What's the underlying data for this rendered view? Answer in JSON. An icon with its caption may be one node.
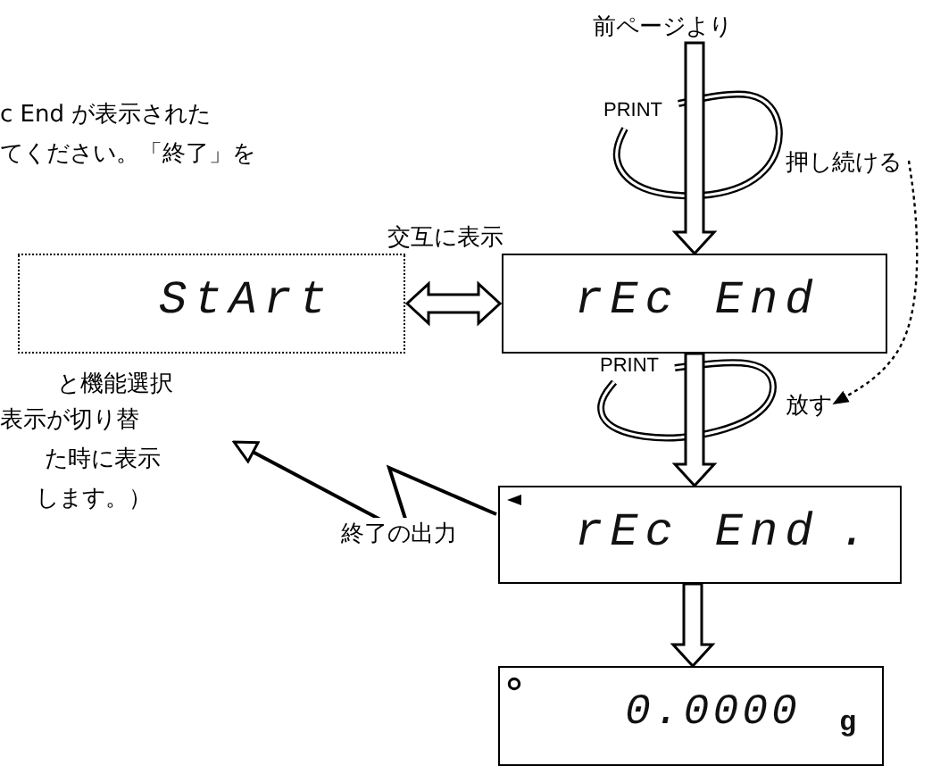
{
  "diagram": {
    "nodes": [
      {
        "text": [
          "前ページより"
        ]
      },
      {
        "text": [
          "StArt"
        ]
      },
      {
        "text": [
          "rEc End"
        ]
      },
      {
        "text": [
          "rEc End",
          "."
        ]
      },
      {
        "text": [
          "0.0000",
          "g"
        ]
      },
      {
        "text": [
          "押し続ける"
        ]
      },
      {
        "text": [
          "放す"
        ]
      }
    ],
    "edges": [
      {
        "from": 0,
        "to": 2,
        "arrow": "to"
      },
      {
        "from": 1,
        "to": 2,
        "arrow": "both",
        "label": "交互に表示"
      },
      {
        "from": 2,
        "to": 3,
        "arrow": "to"
      },
      {
        "from": 3,
        "to": 4,
        "arrow": "to"
      },
      {
        "from": 3,
        "to": null,
        "arrow": "to",
        "label": "終了の出力"
      },
      {
        "from": 5,
        "to": 6,
        "arrow": "to",
        "style": "dashed"
      }
    ],
    "labels": [
      "c End が表示された",
      "PRINT",
      "てください。「終了」を",
      "PRINT",
      "と機能選択",
      "表示が切り替",
      "た時に表示",
      "します。）"
    ]
  }
}
